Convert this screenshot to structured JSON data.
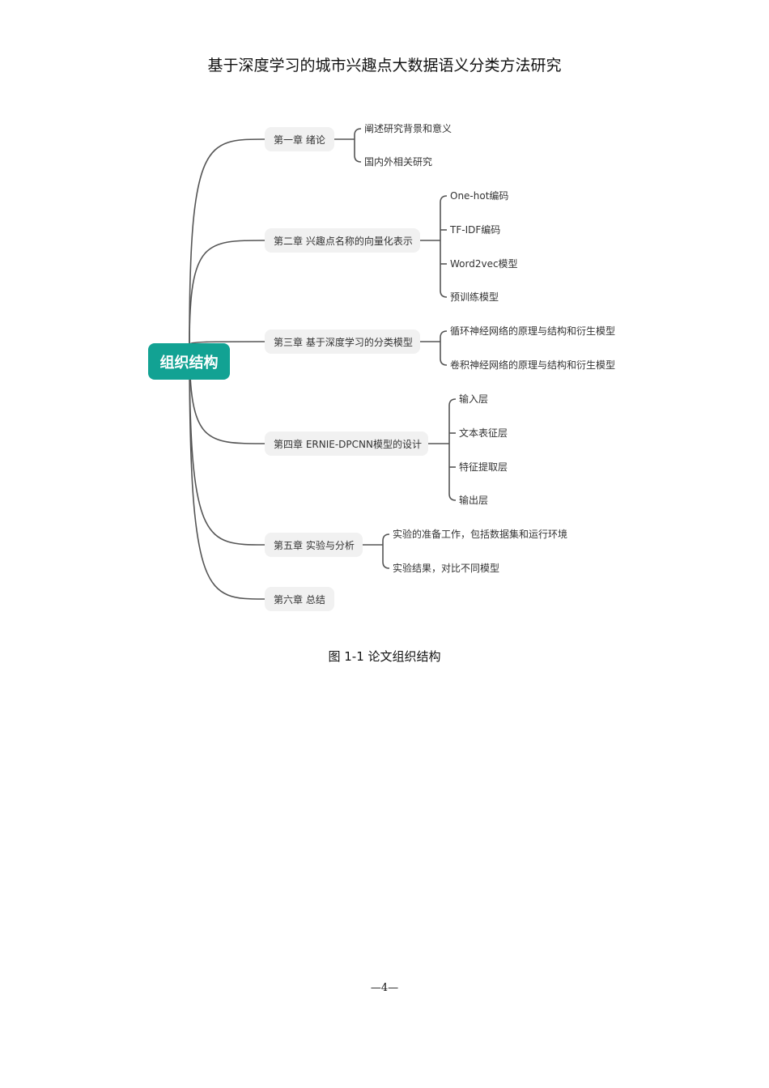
{
  "header": {
    "title": "基于深度学习的城市兴趣点大数据语义分类方法研究"
  },
  "mindmap": {
    "root": "组织结构",
    "chapters": [
      {
        "label": "第一章 绪论",
        "children": [
          "阐述研究背景和意义",
          "国内外相关研究"
        ]
      },
      {
        "label": "第二章 兴趣点名称的向量化表示",
        "children": [
          "One-hot编码",
          "TF-IDF编码",
          "Word2vec模型",
          "预训练模型"
        ]
      },
      {
        "label": "第三章 基于深度学习的分类模型",
        "children": [
          "循环神经网络的原理与结构和衍生模型",
          "卷积神经网络的原理与结构和衍生模型"
        ]
      },
      {
        "label": "第四章 ERNIE-DPCNN模型的设计",
        "children": [
          "输入层",
          "文本表征层",
          "特征提取层",
          "输出层"
        ]
      },
      {
        "label": "第五章 实验与分析",
        "children": [
          "实验的准备工作，包括数据集和运行环境",
          "实验结果，对比不同模型"
        ]
      },
      {
        "label": "第六章 总结",
        "children": []
      }
    ]
  },
  "caption": "图 1-1 论文组织结构",
  "page_number": "—4—",
  "colors": {
    "root_bg": "#12a293",
    "node_bg": "#f1f1f1",
    "line": "#555555"
  }
}
